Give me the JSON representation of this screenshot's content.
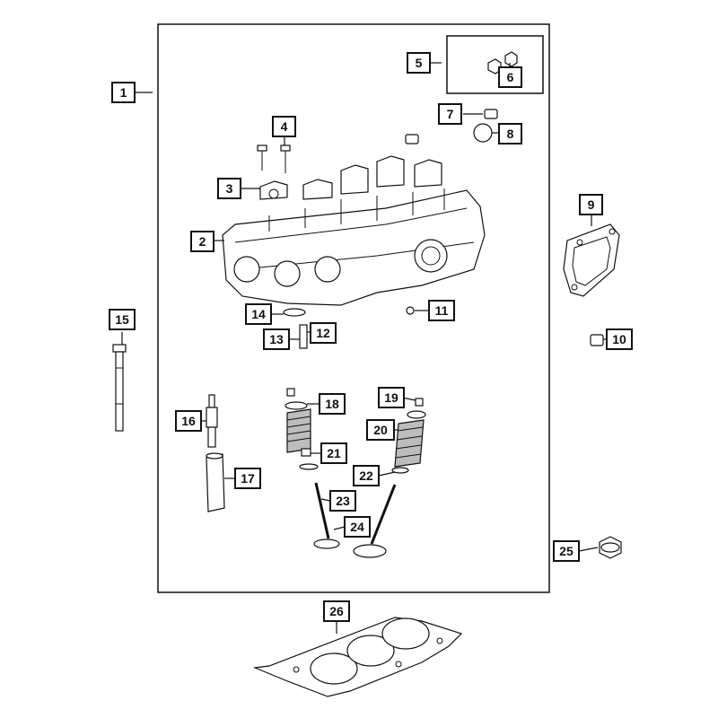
{
  "callouts": [
    {
      "id": "c1",
      "label": "1"
    },
    {
      "id": "c2",
      "label": "2"
    },
    {
      "id": "c3",
      "label": "3"
    },
    {
      "id": "c4",
      "label": "4"
    },
    {
      "id": "c5",
      "label": "5"
    },
    {
      "id": "c6",
      "label": "6"
    },
    {
      "id": "c7",
      "label": "7"
    },
    {
      "id": "c8",
      "label": "8"
    },
    {
      "id": "c9",
      "label": "9"
    },
    {
      "id": "c10",
      "label": "10"
    },
    {
      "id": "c11",
      "label": "11"
    },
    {
      "id": "c12",
      "label": "12"
    },
    {
      "id": "c13",
      "label": "13"
    },
    {
      "id": "c14",
      "label": "14"
    },
    {
      "id": "c15",
      "label": "15"
    },
    {
      "id": "c16",
      "label": "16"
    },
    {
      "id": "c17",
      "label": "17"
    },
    {
      "id": "c18",
      "label": "18"
    },
    {
      "id": "c19",
      "label": "19"
    },
    {
      "id": "c20",
      "label": "20"
    },
    {
      "id": "c21",
      "label": "21"
    },
    {
      "id": "c22",
      "label": "22"
    },
    {
      "id": "c23",
      "label": "23"
    },
    {
      "id": "c24",
      "label": "24"
    },
    {
      "id": "c25",
      "label": "25"
    },
    {
      "id": "c26",
      "label": "26"
    }
  ]
}
